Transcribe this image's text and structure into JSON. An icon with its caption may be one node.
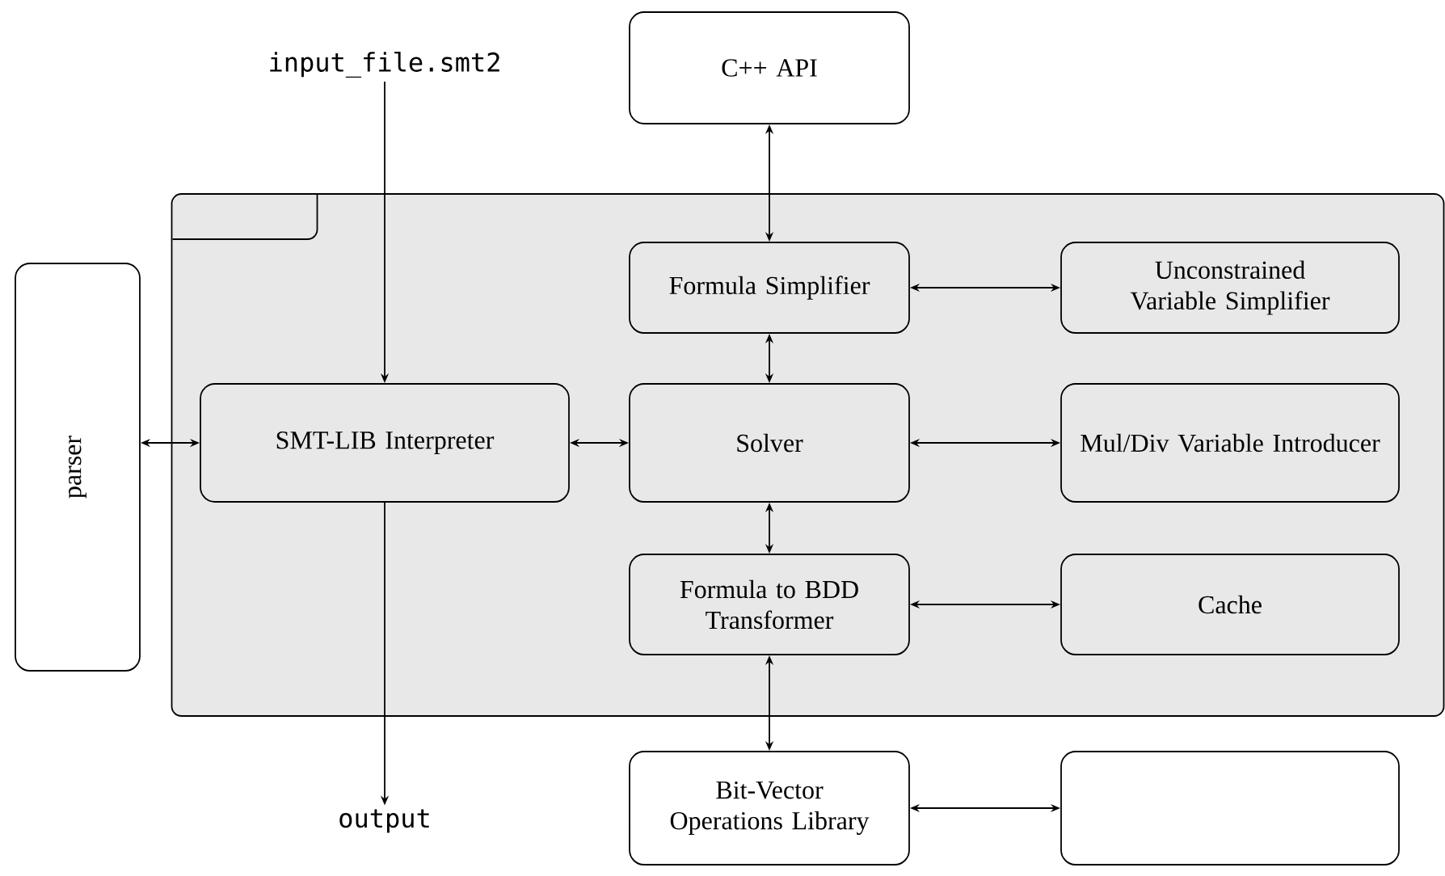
{
  "diagram": {
    "nodes": [
      {
        "text": [
          "C++ API"
        ]
      },
      {
        "text": [],
        "shape": "box"
      },
      {
        "text": [
          "Formula Simplifier"
        ],
        "in": 1
      },
      {
        "text": [
          "Unconstrained Variable Simplifier"
        ],
        "in": 1
      },
      {
        "text": [
          "parser"
        ]
      },
      {
        "text": [
          "SMT-LIB Interpreter"
        ],
        "in": 1
      },
      {
        "text": [
          "Solver"
        ],
        "in": 1
      },
      {
        "text": [
          "Mul/Div Variable Introducer"
        ],
        "in": 1
      },
      {
        "text": [
          "Formula to BDD Transformer"
        ],
        "in": 1
      },
      {
        "text": [
          "Cache"
        ],
        "in": 1
      },
      {
        "text": [
          "Bit-Vector Operations Library"
        ]
      },
      {
        "text": [],
        "shape": "box"
      },
      {
        "text": [
          "input_file.smt2"
        ]
      },
      {
        "text": [
          "output"
        ]
      }
    ],
    "edges": [
      {
        "from": 0,
        "to": 2,
        "arrow": "both"
      },
      {
        "from": 2,
        "to": 3,
        "arrow": "both"
      },
      {
        "from": 2,
        "to": 6,
        "arrow": "both"
      },
      {
        "from": 4,
        "to": 5,
        "arrow": "both"
      },
      {
        "from": 5,
        "to": 6,
        "arrow": "both"
      },
      {
        "from": 6,
        "to": 7,
        "arrow": "both"
      },
      {
        "from": 6,
        "to": 8,
        "arrow": "both"
      },
      {
        "from": 8,
        "to": 9,
        "arrow": "both"
      },
      {
        "from": 8,
        "to": 10,
        "arrow": "both"
      },
      {
        "from": 10,
        "to": 11,
        "arrow": "both"
      },
      {
        "from": 12,
        "to": 5,
        "arrow": "to"
      },
      {
        "from": 5,
        "to": 13,
        "arrow": "to"
      }
    ]
  }
}
